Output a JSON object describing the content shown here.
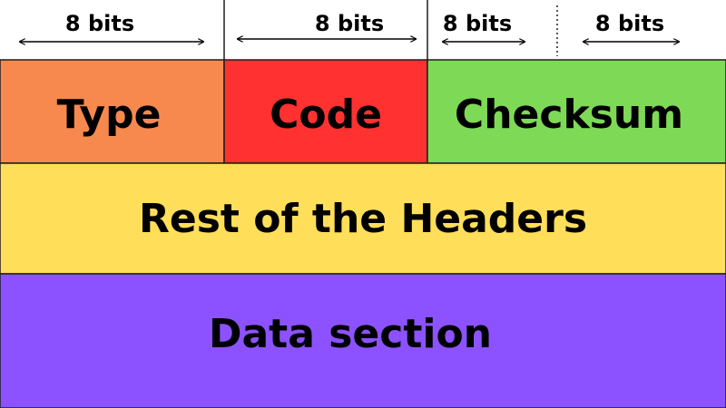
{
  "header_row": {
    "bits_labels": [
      "8 bits",
      "8 bits",
      "8 bits",
      "8 bits"
    ]
  },
  "fields": {
    "type": {
      "label": "Type",
      "color": "#f7894e"
    },
    "code": {
      "label": "Code",
      "color": "#ff3131"
    },
    "checksum": {
      "label": "Checksum",
      "color": "#7ed957"
    },
    "rest_of_headers": {
      "label": "Rest of the Headers",
      "color": "#ffde59"
    },
    "data_section": {
      "label": "Data section",
      "color": "#8c52ff"
    }
  },
  "colors": {
    "border": "#1f1f1f",
    "text": "#000000",
    "background": "#ffffff"
  }
}
